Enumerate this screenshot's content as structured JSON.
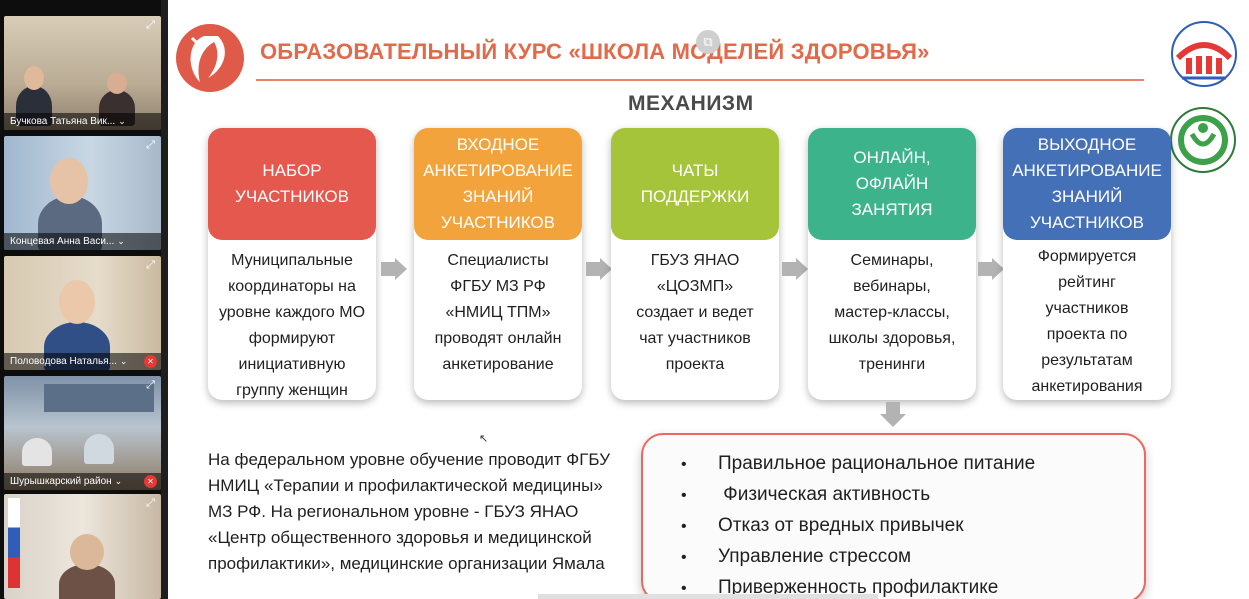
{
  "participants": [
    {
      "name": "Бучкова Татьяна Вик...",
      "bg": "#c9bda9"
    },
    {
      "name": "Концевая Анна Васи...",
      "bg": "#a9c0d6"
    },
    {
      "name": "Половодова Наталья...",
      "bg": "#cdbfa8"
    },
    {
      "name": "Шурышкарский район",
      "bg": "#8fa0b4"
    },
    {
      "name": "",
      "bg": "#b7a38e"
    }
  ],
  "slide": {
    "title": "ОБРАЗОВАТЕЛЬНЫЙ КУРС «ШКОЛА МОДЕЛЕЙ ЗДОРОВЬЯ»",
    "section": "МЕХАНИЗМ",
    "steps": [
      {
        "head": "НАБОР\nУЧАСТНИКОВ",
        "body": "Муниципальные\nкоординаторы на\nуровне каждого МО\nформируют\nинициативную\nгруппу женщин",
        "color": "#e4584d"
      },
      {
        "head": "ВХОДНОЕ\nАНКЕТИРОВАНИЕ\nЗНАНИЙ\nУЧАСТНИКОВ",
        "body": "Специалисты\nФГБУ МЗ РФ\n«НМИЦ ТПМ»\nпроводят онлайн\nанкетирование",
        "color": "#f3a33b"
      },
      {
        "head": "ЧАТЫ\nПОДДЕРЖКИ",
        "body": "ГБУЗ ЯНАО\n«ЦОЗМП»\nсоздает и ведет\nчат участников\nпроекта",
        "color": "#a6c43a"
      },
      {
        "head": "ОНЛАЙН,\nОФЛАЙН\nЗАНЯТИЯ",
        "body": "Семинары,\nвебинары,\nмастер-классы,\nшколы здоровья,\nтренинги",
        "color": "#3db38c"
      },
      {
        "head": "ВЫХОДНОЕ\nАНКЕТИРОВАНИЕ\nЗНАНИЙ\nУЧАСТНИКОВ",
        "body": "Формируется\nрейтинг\nучастников\nпроекта по\nрезультатам\nанкетирования",
        "color": "#4470b8"
      }
    ],
    "federal_text": "На федеральном уровне обучение проводит ФГБУ НМИЦ «Терапии и профилактической медицины» МЗ РФ. На региональном уровне - ГБУЗ ЯНАО «Центр общественного здоровья и медицинской профилактики», медицинские организации Ямала",
    "topics": [
      "Правильное рациональное питание",
      " Физическая активность",
      "Отказ от вредных привычек",
      "Управление стрессом",
      "Приверженность профилактике"
    ],
    "bullet": "•"
  },
  "icons": {
    "expand": "expand-icon",
    "mic": "mic-muted-icon"
  }
}
